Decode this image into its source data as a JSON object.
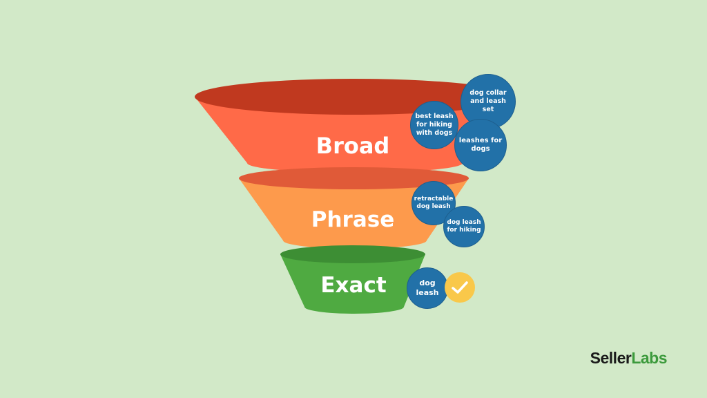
{
  "colors": {
    "background": "#d2e9c8",
    "broad": "#ff6a48",
    "broad_top": "#c0391f",
    "phrase": "#fd9a4c",
    "phrase_top": "#e05a38",
    "exact": "#4faa41",
    "exact_top": "#3d8e34",
    "bubble": "#2271a8",
    "check": "#f9c84a",
    "brand_dark": "#1a1a1a",
    "brand_green": "#3c9a3c"
  },
  "tiers": [
    {
      "label": "Broad"
    },
    {
      "label": "Phrase"
    },
    {
      "label": "Exact"
    }
  ],
  "keywords": {
    "broad": [
      "best leash for hiking with dogs",
      "dog collar and leash set",
      "leashes for dogs"
    ],
    "phrase": [
      "retractable dog leash",
      "dog leash for hiking"
    ],
    "exact": [
      "dog leash"
    ]
  },
  "brand": {
    "part1": "Seller",
    "part2": "Labs"
  }
}
